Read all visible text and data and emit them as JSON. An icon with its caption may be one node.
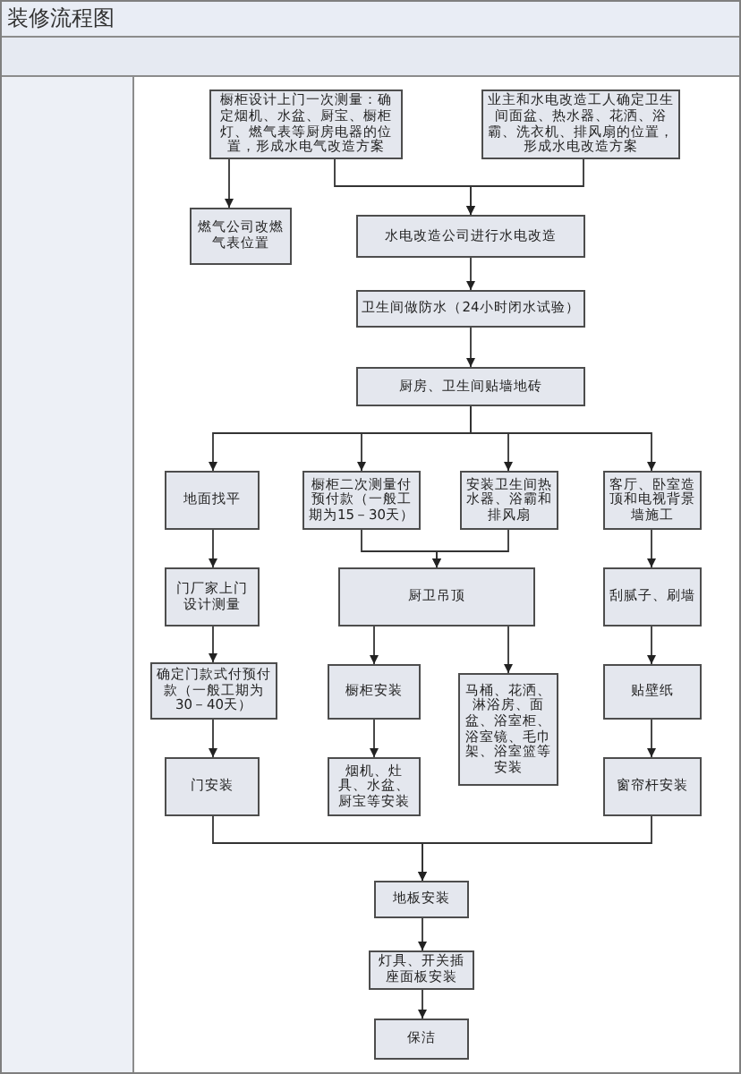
{
  "diagram": {
    "title": "装修流程图",
    "nodes": [
      {
        "text": [
          "橱柜设计上门一次测量：确定烟机、水盆、厨宝、橱柜灯、燃气表等厨房电器的位置，形成水电气改造方案"
        ]
      },
      {
        "text": [
          "业主和水电改造工人确定卫生间面盆、热水器、花洒、浴霸、洗衣机、排风扇的位置，形成水电改造方案"
        ]
      },
      {
        "text": [
          "燃气公司改燃气表位置"
        ]
      },
      {
        "text": [
          "水电改造公司进行水电改造"
        ]
      },
      {
        "text": [
          "卫生间做防水（24小时闭水试验）"
        ]
      },
      {
        "text": [
          "厨房、卫生间贴墙地砖"
        ]
      },
      {
        "text": [
          "地面找平"
        ]
      },
      {
        "text": [
          "橱柜二次测量付预付款（一般工期为15－30天）"
        ]
      },
      {
        "text": [
          "安装卫生间热水器、浴霸和排风扇"
        ]
      },
      {
        "text": [
          "客厅、卧室造顶和电视背景墙施工"
        ]
      },
      {
        "text": [
          "门厂家上门设计测量"
        ]
      },
      {
        "text": [
          "厨卫吊顶"
        ]
      },
      {
        "text": [
          "刮腻子、刷墙"
        ]
      },
      {
        "text": [
          "确定门款式付预付款（一般工期为30－40天）"
        ]
      },
      {
        "text": [
          "橱柜安装"
        ]
      },
      {
        "text": [
          "马桶、花洒、淋浴房、面盆、浴室柜、浴室镜、毛巾架、浴室篮等安装"
        ]
      },
      {
        "text": [
          "贴壁纸"
        ]
      },
      {
        "text": [
          "门安装"
        ]
      },
      {
        "text": [
          "烟机、灶具、水盆、厨宝等安装"
        ]
      },
      {
        "text": [
          "窗帘杆安装"
        ]
      },
      {
        "text": [
          "地板安装"
        ]
      },
      {
        "text": [
          "灯具、开关插座面板安装"
        ]
      },
      {
        "text": [
          "保洁"
        ]
      }
    ],
    "edges": [
      {
        "from": 0,
        "to": 2,
        "arrow": "to"
      },
      {
        "from": 0,
        "to": 3,
        "arrow": "to"
      },
      {
        "from": 1,
        "to": 3,
        "arrow": "to"
      },
      {
        "from": 3,
        "to": 4,
        "arrow": "to"
      },
      {
        "from": 4,
        "to": 5,
        "arrow": "to"
      },
      {
        "from": 5,
        "to": 6,
        "arrow": "to"
      },
      {
        "from": 5,
        "to": 7,
        "arrow": "to"
      },
      {
        "from": 5,
        "to": 8,
        "arrow": "to"
      },
      {
        "from": 5,
        "to": 9,
        "arrow": "to"
      },
      {
        "from": 6,
        "to": 10,
        "arrow": "to"
      },
      {
        "from": 7,
        "to": 11,
        "arrow": "to"
      },
      {
        "from": 8,
        "to": 11,
        "arrow": "to"
      },
      {
        "from": 9,
        "to": 12,
        "arrow": "to"
      },
      {
        "from": 10,
        "to": 13,
        "arrow": "to"
      },
      {
        "from": 11,
        "to": 14,
        "arrow": "to"
      },
      {
        "from": 11,
        "to": 15,
        "arrow": "to"
      },
      {
        "from": 12,
        "to": 16,
        "arrow": "to"
      },
      {
        "from": 13,
        "to": 17,
        "arrow": "to"
      },
      {
        "from": 14,
        "to": 18,
        "arrow": "to"
      },
      {
        "from": 16,
        "to": 19,
        "arrow": "to"
      },
      {
        "from": 17,
        "to": 20,
        "arrow": "to"
      },
      {
        "from": 19,
        "to": 20,
        "arrow": "to"
      },
      {
        "from": 20,
        "to": 21,
        "arrow": "to"
      },
      {
        "from": 21,
        "to": 22,
        "arrow": "to"
      }
    ]
  }
}
